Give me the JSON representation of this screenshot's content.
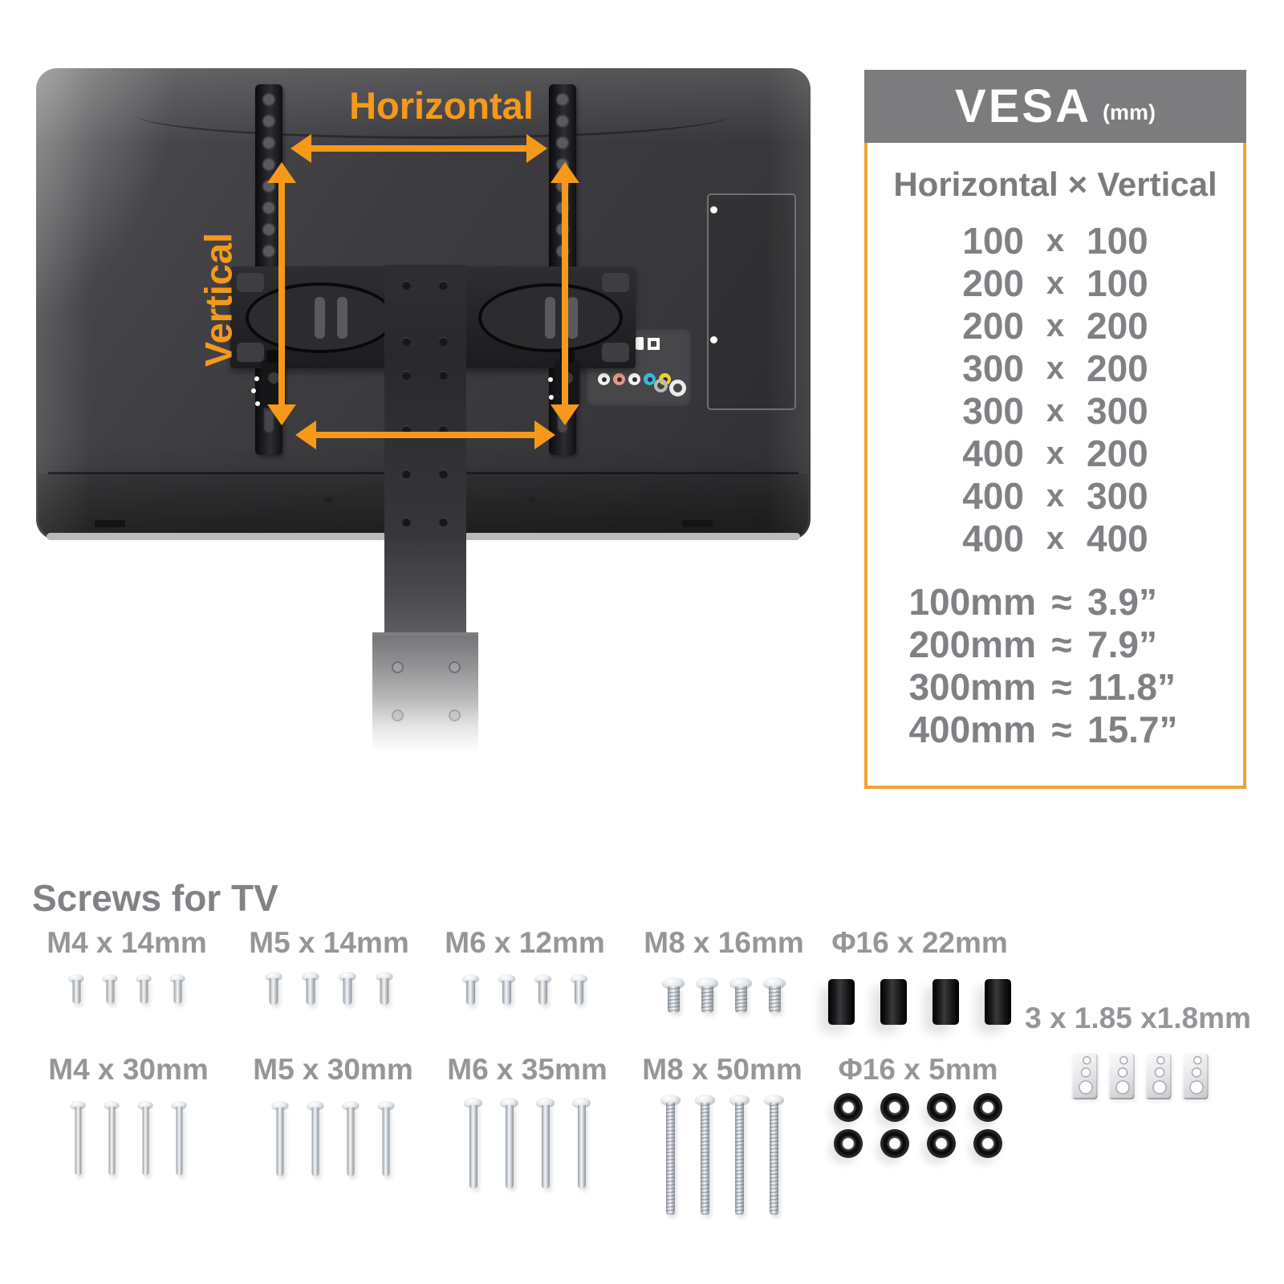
{
  "colors": {
    "accent": "#F6991B",
    "vesa_border": "#F0A335",
    "vesa_header_bg": "#7C7C7E",
    "number_text": "#808185",
    "label_text": "#96969A",
    "heading_text": "#828286"
  },
  "tv_diagram": {
    "horizontal_label": "Horizontal",
    "vertical_label": "Vertical"
  },
  "vesa_panel": {
    "title": "VESA",
    "unit": "(mm)",
    "heading": {
      "left": "Horizontal",
      "times": "×",
      "right": "Vertical"
    },
    "separator": "x",
    "sizes": [
      {
        "h": "100",
        "v": "100"
      },
      {
        "h": "200",
        "v": "100"
      },
      {
        "h": "200",
        "v": "200"
      },
      {
        "h": "300",
        "v": "200"
      },
      {
        "h": "300",
        "v": "300"
      },
      {
        "h": "400",
        "v": "200"
      },
      {
        "h": "400",
        "v": "300"
      },
      {
        "h": "400",
        "v": "400"
      }
    ],
    "approx_symbol": "≈",
    "conversions": [
      {
        "mm": "100mm",
        "inch": "3.9”"
      },
      {
        "mm": "200mm",
        "inch": "7.9”"
      },
      {
        "mm": "300mm",
        "inch": "11.8”"
      },
      {
        "mm": "400mm",
        "inch": "15.7”"
      }
    ]
  },
  "screws_section": {
    "heading": "Screws for TV",
    "groups": [
      {
        "id": "m4-14",
        "label": "M4 x 14mm",
        "kind": "screw",
        "count": 4
      },
      {
        "id": "m5-14",
        "label": "M5 x 14mm",
        "kind": "screw",
        "count": 4
      },
      {
        "id": "m6-12",
        "label": "M6 x 12mm",
        "kind": "screw",
        "count": 4
      },
      {
        "id": "m8-16",
        "label": "M8 x 16mm",
        "kind": "screw",
        "count": 4
      },
      {
        "id": "phi16-22",
        "label": "Φ16 x 22mm",
        "kind": "spacer",
        "count": 4
      },
      {
        "id": "m4-30",
        "label": "M4 x 30mm",
        "kind": "screw",
        "count": 4
      },
      {
        "id": "m5-30",
        "label": "M5 x 30mm",
        "kind": "screw",
        "count": 4
      },
      {
        "id": "m6-35",
        "label": "M6 x 35mm",
        "kind": "screw",
        "count": 4
      },
      {
        "id": "m8-50",
        "label": "M8 x 50mm",
        "kind": "screw",
        "count": 4
      },
      {
        "id": "phi16-5",
        "label": "Φ16 x 5mm",
        "kind": "washer",
        "count": 8
      },
      {
        "id": "clips",
        "label": "3 x 1.85 x1.8mm",
        "kind": "clip",
        "count": 4
      }
    ]
  }
}
